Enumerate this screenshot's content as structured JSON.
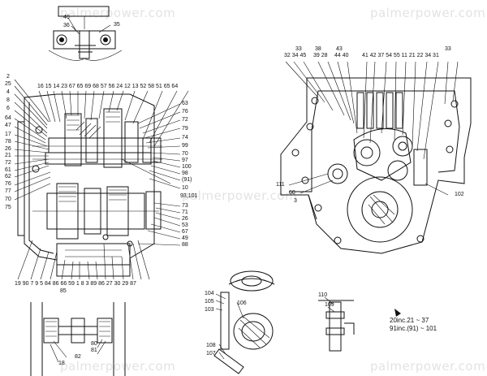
{
  "watermarks": [
    "palmerpower.com",
    "palmerpower.com",
    "palmerpower.com",
    "palmerpower.com",
    "palmerpower.com"
  ],
  "top_detail_labels": [
    "46",
    "36",
    "35"
  ],
  "left_top_row_labels": "16 15 14 23 67 65 69 68 57 56 24 12 13 52 58 51 65 64",
  "left_side_labels": [
    "2",
    "25",
    "4",
    "8",
    "6",
    "64",
    "47",
    "17",
    "78",
    "26",
    "21",
    "72",
    "61",
    "62",
    "76",
    "77",
    "70",
    "75"
  ],
  "left_right_side_labels": [
    "63",
    "76",
    "72",
    "79",
    "74",
    "99",
    "70",
    "97",
    "100",
    "98",
    "(91)",
    "10",
    "93,101",
    "73",
    "71",
    "26",
    "53",
    "67",
    "49",
    "88"
  ],
  "left_bottom_row_labels": "19 90 7 9 5 84 86 66 59 1 8 3 89 86 27 30 29 87",
  "left_bottom_extra": [
    "85"
  ],
  "right_top_labels": [
    "33",
    "32 34 45",
    "38",
    "39 28",
    "43",
    "44 40",
    "41 42 37 54 55 11 21 22 34 31",
    "33"
  ],
  "right_side_labels": [
    "111",
    "60",
    "3",
    "102"
  ],
  "detail_labels": [
    "104",
    "105",
    "103",
    "106",
    "108",
    "107",
    "110",
    "109",
    "82",
    "18",
    "80",
    "81"
  ],
  "notes": [
    "20inc.21 ~ 37",
    "91inc.(91) ~ 101"
  ]
}
